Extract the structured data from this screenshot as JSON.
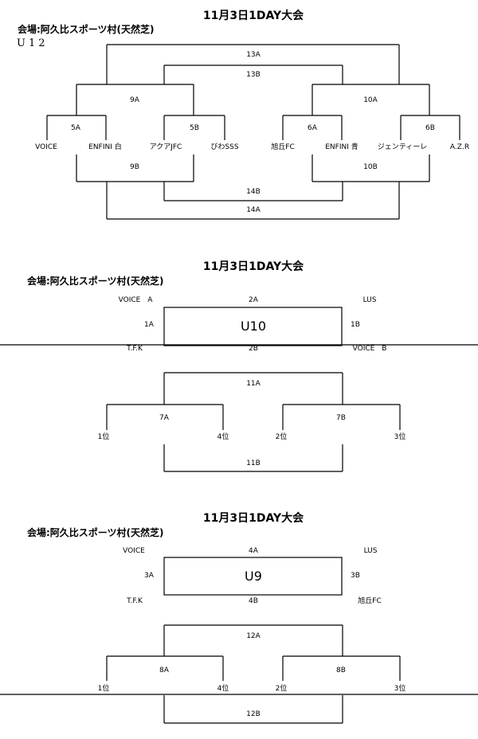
{
  "u12": {
    "title": "11月3日1DAY大会",
    "venue": "会場:阿久比スポーツ村(天然芝)",
    "category": "U12",
    "teams": [
      "VOICE",
      "ENFINI 白",
      "アクアJFC",
      "びわSSS",
      "旭丘FC",
      "ENFINI 青",
      "ジェンティーレ",
      "A.Z.R"
    ],
    "matches": [
      "5A",
      "5B",
      "6A",
      "6B",
      "9A",
      "9B",
      "10A",
      "10B",
      "13A",
      "13B",
      "14A",
      "14B"
    ]
  },
  "u10": {
    "title": "11月3日1DAY大会",
    "venue": "会場:阿久比スポーツ村(天然芝)",
    "box_label": "U10",
    "teams": [
      "VOICE A",
      "LUS",
      "T.F.K",
      "VOICE B"
    ],
    "matches": [
      "2A",
      "1A",
      "1B",
      "2B",
      "11A",
      "7A",
      "7B",
      "11B"
    ],
    "ranks": [
      "1位",
      "4位",
      "2位",
      "3位"
    ]
  },
  "u9": {
    "title": "11月3日1DAY大会",
    "venue": "会場:阿久比スポーツ村(天然芝)",
    "box_label": "U9",
    "teams": [
      "VOICE",
      "LUS",
      "T.F.K",
      "旭丘FC"
    ],
    "matches": [
      "4A",
      "3A",
      "3B",
      "4B",
      "12A",
      "8A",
      "8B",
      "12B"
    ],
    "ranks": [
      "1位",
      "4位",
      "2位",
      "3位"
    ]
  }
}
